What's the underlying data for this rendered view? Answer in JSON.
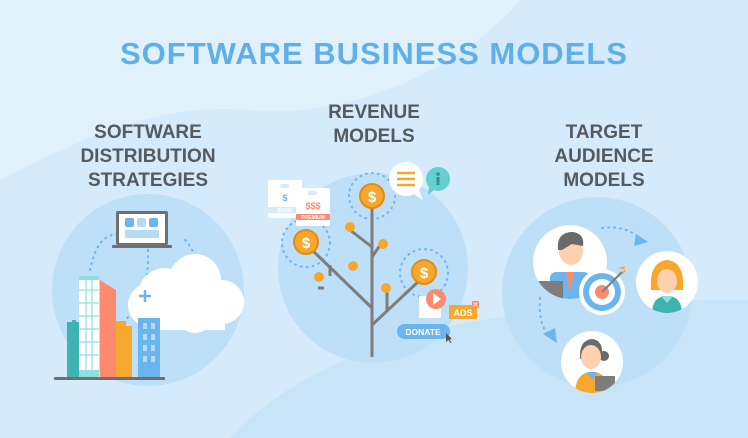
{
  "title": "SOFTWARE BUSINESS MODELS",
  "sections": [
    {
      "heading_lines": [
        "SOFTWARE",
        "DISTRIBUTION",
        "STRATEGIES"
      ],
      "icons": [
        "laptop-icon",
        "buildings-icon",
        "cloud-icon"
      ]
    },
    {
      "heading_lines": [
        "REVENUE",
        "MODELS"
      ],
      "icons": [
        "money-tree-icon",
        "coin-icon",
        "chat-bubble-icon",
        "info-icon",
        "video-icon"
      ],
      "labels": {
        "basic_price": "$",
        "basic": "BASIC",
        "premium_price": "$$$",
        "premium": "PREMIUM",
        "ads": "ADS",
        "donate": "DONATE"
      }
    },
    {
      "heading_lines": [
        "TARGET",
        "AUDIENCE",
        "MODELS"
      ],
      "icons": [
        "businessman-icon",
        "woman-icon",
        "businesswoman-icon",
        "target-icon"
      ]
    }
  ],
  "colors": {
    "background": "#d5ebfb",
    "title": "#5fb0ea",
    "heading": "#555a5e",
    "circle": "#bde0f8",
    "orange": "#f6a72e",
    "coral": "#fb8a6e"
  }
}
